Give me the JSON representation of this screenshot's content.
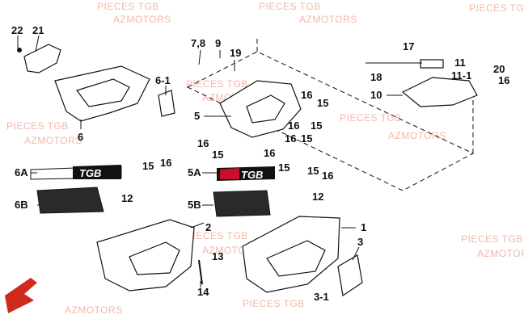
{
  "watermark": {
    "line1": "PIECES TGB",
    "line2": "AZMOTORS"
  },
  "brand_decal": "TGB",
  "callouts": [
    "22",
    "21",
    "6",
    "6-1",
    "7,8",
    "9",
    "19",
    "5",
    "16",
    "15",
    "16",
    "15",
    "16",
    "15",
    "16",
    "15",
    "16",
    "15",
    "17",
    "11",
    "11-1",
    "18",
    "10",
    "20",
    "16",
    "6A",
    "6B",
    "15",
    "16",
    "12",
    "5A",
    "5B",
    "2",
    "13",
    "14",
    "15",
    "16",
    "12",
    "1",
    "3",
    "3-1"
  ],
  "colors": {
    "ink": "#111111",
    "watermark": "#f1b8a8",
    "decal_red": "#c8102e",
    "logo_red": "#d02a1e"
  }
}
